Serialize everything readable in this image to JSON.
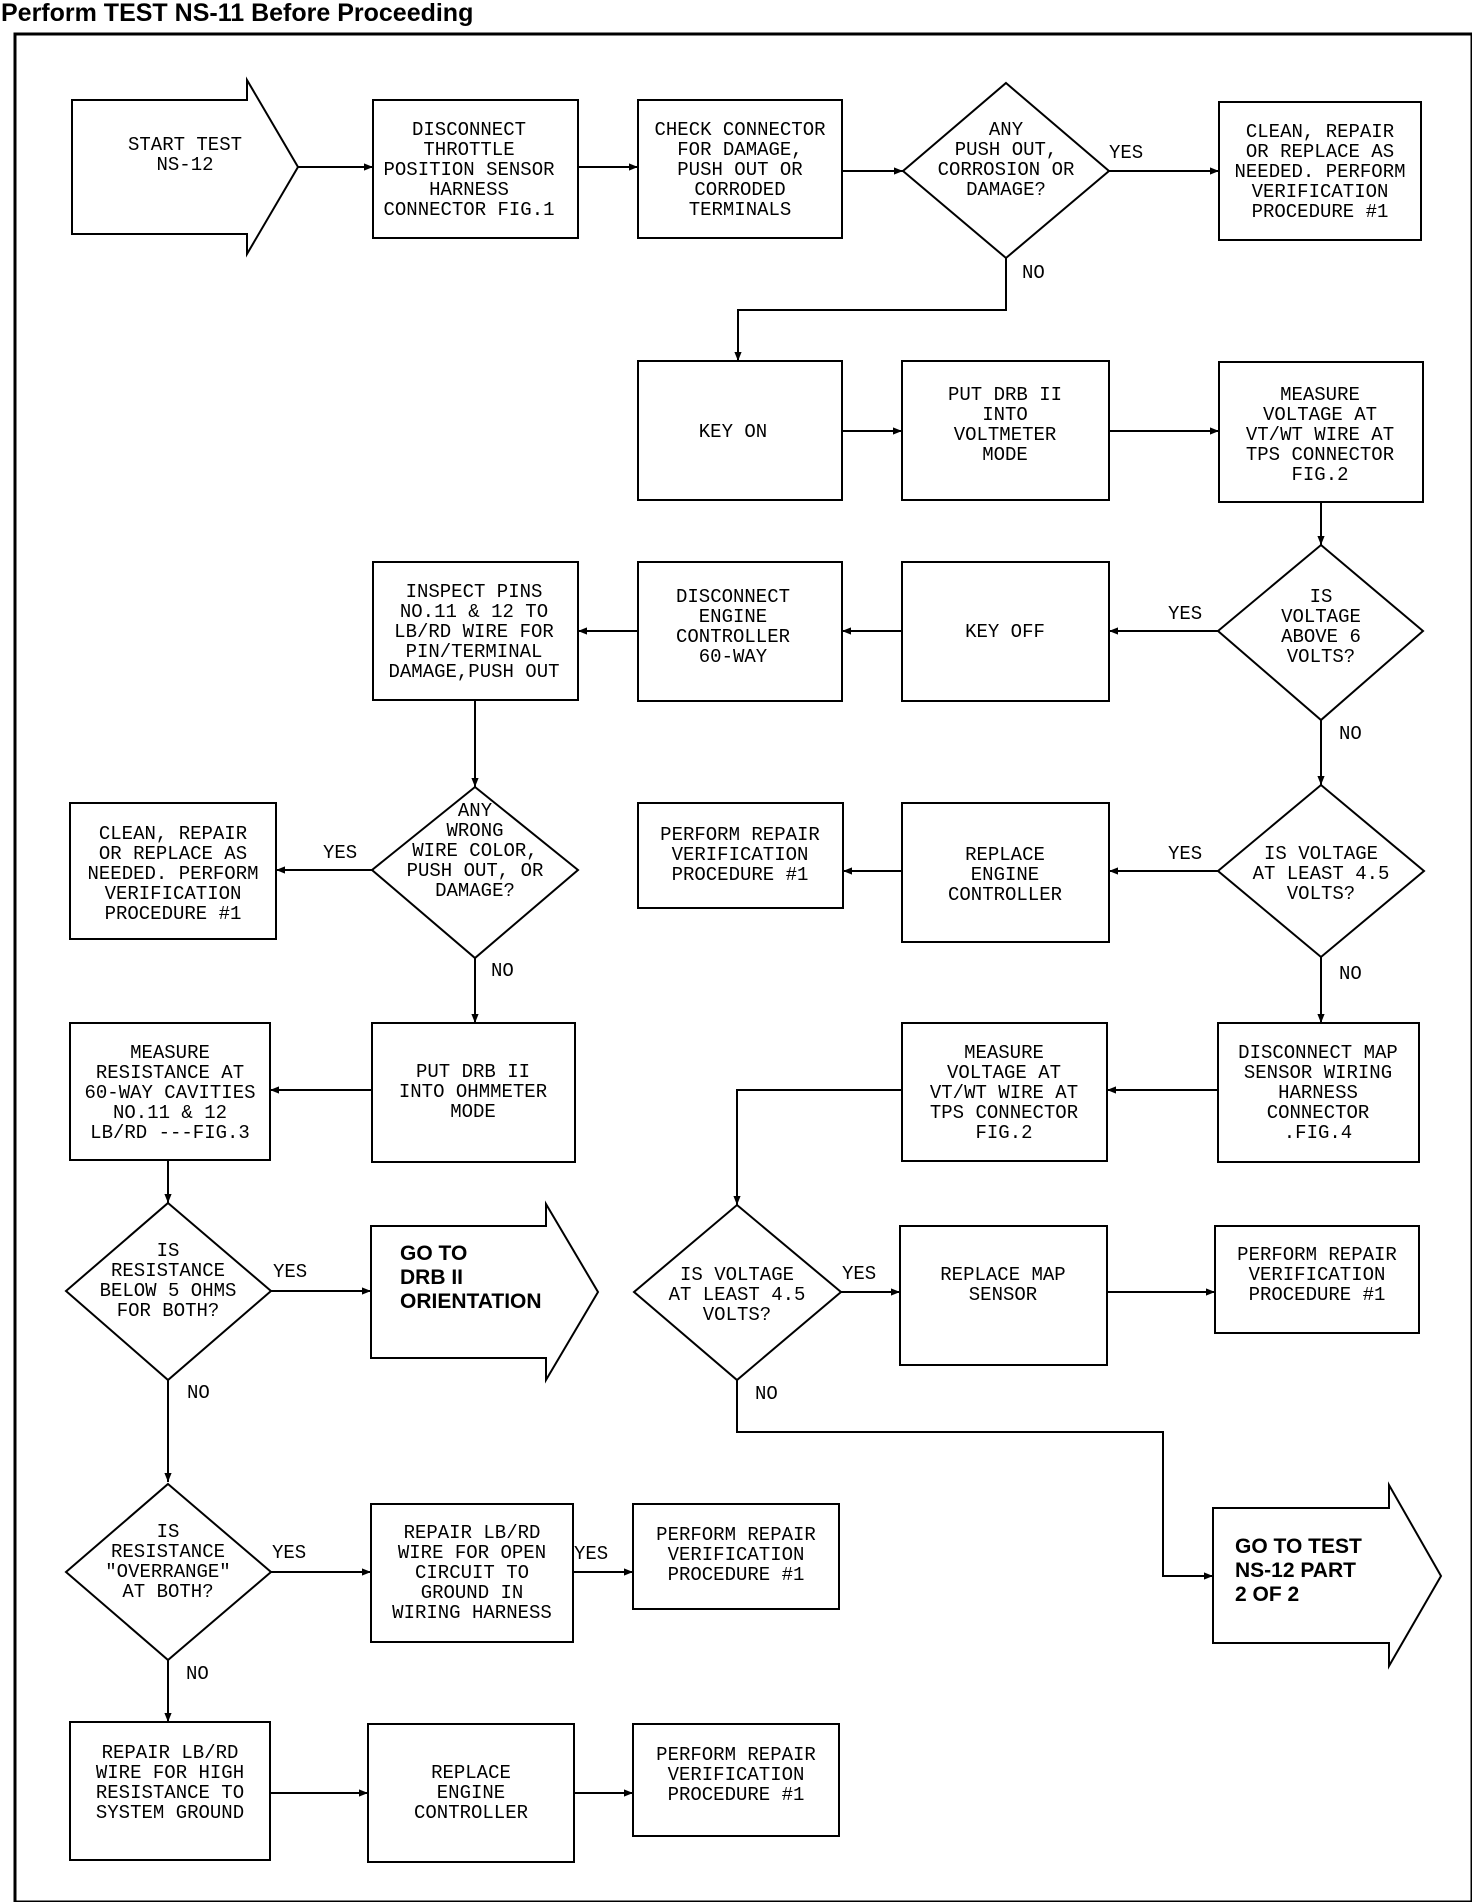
{
  "page": {
    "title": "Perform TEST NS-11 Before Proceeding"
  },
  "flow": {
    "start": [
      "START TEST",
      "NS-12"
    ],
    "disconnect_tps": [
      "DISCONNECT",
      "THROTTLE",
      "POSITION SENSOR",
      "HARNESS",
      "CONNECTOR FIG.1"
    ],
    "check_connector": [
      "CHECK CONNECTOR",
      "FOR DAMAGE,",
      "PUSH OUT OR",
      "CORRODED",
      "TERMINALS"
    ],
    "q_pushout": [
      "ANY",
      "PUSH OUT,",
      "CORROSION OR",
      "DAMAGE?"
    ],
    "clean_repair_1": [
      "CLEAN, REPAIR",
      "OR REPLACE AS",
      "NEEDED. PERFORM",
      "VERIFICATION",
      "PROCEDURE #1"
    ],
    "key_on": [
      "KEY ON"
    ],
    "drb_volt": [
      "PUT DRB II",
      "INTO",
      "VOLTMETER",
      "MODE"
    ],
    "measure_vt": [
      "MEASURE",
      "VOLTAGE AT",
      "VT/WT WIRE AT",
      "TPS CONNECTOR",
      "FIG.2"
    ],
    "q_above6": [
      "IS",
      "VOLTAGE",
      "ABOVE 6",
      "VOLTS?"
    ],
    "key_off": [
      "KEY OFF"
    ],
    "disconnect_ec": [
      "DISCONNECT",
      "ENGINE",
      "CONTROLLER",
      "60-WAY"
    ],
    "inspect_pins": [
      "INSPECT PINS",
      "NO.11 & 12 TO",
      "LB/RD WIRE FOR",
      "PIN/TERMINAL",
      "DAMAGE,PUSH OUT"
    ],
    "q_wrongwire": [
      "ANY",
      "WRONG",
      "WIRE COLOR,",
      "PUSH OUT, OR",
      "DAMAGE?"
    ],
    "clean_repair_2": [
      "CLEAN, REPAIR",
      "OR REPLACE AS",
      "NEEDED. PERFORM",
      "VERIFICATION",
      "PROCEDURE #1"
    ],
    "perform_repair_a": [
      "PERFORM REPAIR",
      "VERIFICATION",
      "PROCEDURE #1"
    ],
    "replace_ec_1": [
      "REPLACE",
      "ENGINE",
      "CONTROLLER"
    ],
    "q_atleast45_1": [
      "IS VOLTAGE",
      "AT LEAST 4.5",
      "VOLTS?"
    ],
    "measure_res": [
      "MEASURE",
      "RESISTANCE AT",
      "60-WAY CAVITIES",
      "NO.11 & 12",
      "LB/RD ---FIG.3"
    ],
    "drb_ohm": [
      "PUT DRB II",
      "INTO OHMMETER",
      "MODE"
    ],
    "measure_vt2": [
      "MEASURE",
      "VOLTAGE AT",
      "VT/WT WIRE AT",
      "TPS CONNECTOR",
      "FIG.2"
    ],
    "disconnect_map": [
      "DISCONNECT MAP",
      "SENSOR WIRING",
      "HARNESS",
      "CONNECTOR",
      ".FIG.4"
    ],
    "q_below5": [
      "IS",
      "RESISTANCE",
      "BELOW 5 OHMS",
      "FOR BOTH?"
    ],
    "goto_orientation": [
      "GO TO",
      "DRB II",
      "ORIENTATION"
    ],
    "q_atleast45_2": [
      "IS VOLTAGE",
      "AT LEAST 4.5",
      "VOLTS?"
    ],
    "replace_map": [
      "REPLACE MAP",
      "SENSOR"
    ],
    "perform_repair_b": [
      "PERFORM REPAIR",
      "VERIFICATION",
      "PROCEDURE #1"
    ],
    "q_overrange": [
      "IS",
      "RESISTANCE",
      "\"OVERRANGE\"",
      "AT BOTH?"
    ],
    "repair_open": [
      "REPAIR LB/RD",
      "WIRE FOR OPEN",
      "CIRCUIT TO",
      "GROUND IN",
      "WIRING HARNESS"
    ],
    "perform_repair_c": [
      "PERFORM REPAIR",
      "VERIFICATION",
      "PROCEDURE #1"
    ],
    "goto_part2": [
      "GO TO TEST",
      "NS-12 PART",
      "2 OF 2"
    ],
    "repair_high": [
      "REPAIR LB/RD",
      "WIRE FOR HIGH",
      "RESISTANCE TO",
      "SYSTEM GROUND"
    ],
    "replace_ec_2": [
      "REPLACE",
      "ENGINE",
      "CONTROLLER"
    ],
    "perform_repair_d": [
      "PERFORM REPAIR",
      "VERIFICATION",
      "PROCEDURE #1"
    ]
  },
  "labels": {
    "yes": "YES",
    "no": "NO"
  }
}
